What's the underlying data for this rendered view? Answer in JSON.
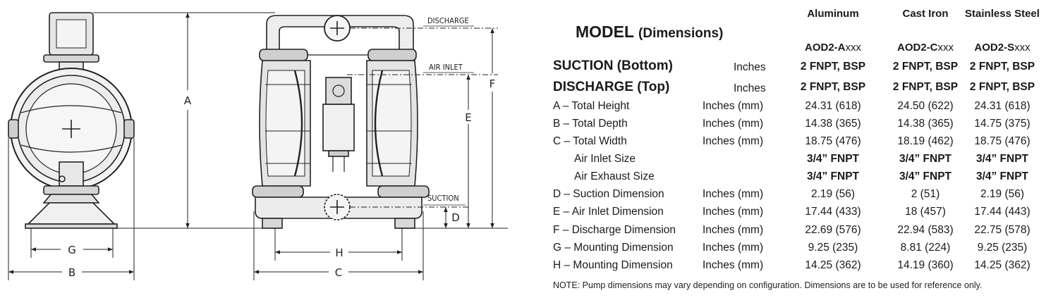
{
  "drawing": {
    "labels": {
      "discharge": "DISCHARGE",
      "air_inlet": "AIR INLET",
      "suction": "SUCTION",
      "a": "A",
      "b": "B",
      "c": "C",
      "d": "D",
      "e": "E",
      "f": "F",
      "g": "G",
      "h": "H"
    }
  },
  "spec_table": {
    "title_main": "MODEL",
    "title_sub": "(Dimensions)",
    "columns": [
      {
        "material": "Aluminum",
        "model_prefix": "AOD2-A",
        "model_suffix": "xxx"
      },
      {
        "material": "Cast Iron",
        "model_prefix": "AOD2-C",
        "model_suffix": "xxx"
      },
      {
        "material": "Stainless Steel",
        "model_prefix": "AOD2-S",
        "model_suffix": "xxx"
      }
    ],
    "rows": [
      {
        "label": "SUCTION (Bottom)",
        "unit": "Inches",
        "values": [
          "2 FNPT, BSP",
          "2 FNPT, BSP",
          "2 FNPT, BSP"
        ]
      },
      {
        "label": "DISCHARGE (Top)",
        "unit": "Inches",
        "values": [
          "2 FNPT, BSP",
          "2 FNPT, BSP",
          "2 FNPT, BSP"
        ]
      },
      {
        "label": "A – Total Height",
        "unit": "Inches (mm)",
        "values": [
          "24.31 (618)",
          "24.50 (622)",
          "24.31 (618)"
        ]
      },
      {
        "label": "B – Total Depth",
        "unit": "Inches (mm)",
        "values": [
          "14.38 (365)",
          "14.38 (365)",
          "14.75 (375)"
        ]
      },
      {
        "label": "C – Total Width",
        "unit": "Inches (mm)",
        "values": [
          "18.75 (476)",
          "18.19 (462)",
          "18.75 (476)"
        ]
      },
      {
        "label": "Air Inlet Size",
        "unit": "",
        "values": [
          "3/4” FNPT",
          "3/4” FNPT",
          "3/4” FNPT"
        ]
      },
      {
        "label": "Air Exhaust Size",
        "unit": "",
        "values": [
          "3/4” FNPT",
          "3/4” FNPT",
          "3/4” FNPT"
        ]
      },
      {
        "label": "D – Suction Dimension",
        "unit": "Inches (mm)",
        "values": [
          "2.19 (56)",
          "2 (51)",
          "2.19  (56)"
        ]
      },
      {
        "label": "E – Air Inlet Dimension",
        "unit": "Inches (mm)",
        "values": [
          "17.44 (433)",
          "18 (457)",
          "17.44 (443)"
        ]
      },
      {
        "label": "F – Discharge Dimension",
        "unit": "Inches (mm)",
        "values": [
          "22.69 (576)",
          "22.94 (583)",
          "22.75 (578)"
        ]
      },
      {
        "label": "G – Mounting Dimension",
        "unit": "Inches (mm)",
        "values": [
          "9.25 (235)",
          "8.81 (224)",
          "9.25 (235)"
        ]
      },
      {
        "label": "H – Mounting Dimension",
        "unit": "Inches (mm)",
        "values": [
          "14.25 (362)",
          "14.19 (360)",
          "14.25 (362)"
        ]
      }
    ],
    "note_prefix": "NOTE:",
    "note_text": " Pump dimensions may vary depending on configuration.  Dimensions are to be used for reference only."
  }
}
